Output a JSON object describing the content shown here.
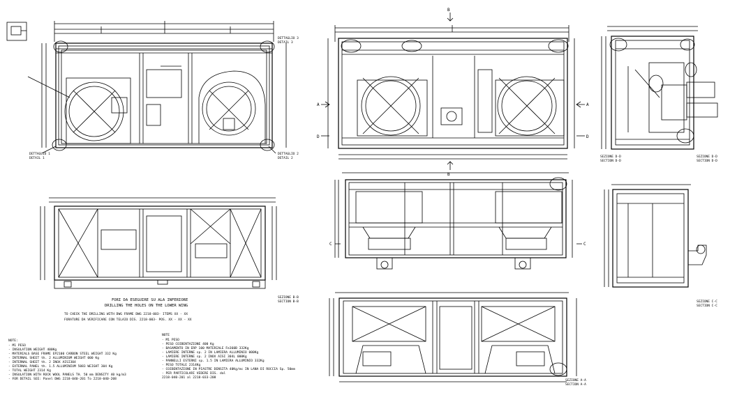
{
  "colors": {
    "line": "#000000",
    "background": "#ffffff"
  },
  "labels": {
    "section_d": "SEZIONE D-D",
    "section_d_en": "SECTION D-D",
    "section_c": "SEZIONE C-C",
    "section_c_en": "SECTION C-C",
    "section_b": "SEZIONE B-B",
    "section_b_en": "SECTION B-B",
    "section_a": "SEZIONE A-A",
    "section_a_en": "SECTION A-A",
    "dettaglio_1": "DETTAGLIO 1",
    "detail_1": "DETAIL 1",
    "dettaglio_2": "DETTAGLIO 2",
    "detail_2": "DETAIL 2",
    "dettaglio_3": "DETTAGLIO 3",
    "detail_3": "DETAIL 3",
    "marker_a": "A",
    "marker_b": "B",
    "marker_c": "C",
    "marker_d": "D"
  },
  "drilling_note": {
    "line1": "FORI DA ESEGUIRE SU ALA INFERIORE",
    "line2": "DRILLING THE HOLES ON THE LOWER WING",
    "line3": "TO CHECK THE DRILLING WITH DWG FRAME DWG 2218-003- ITEMS XX - XX",
    "line4": "FORATURE DA VERIFICARE CON TELAIO DIS. 2218-003- POS. XX - XX - XX"
  },
  "notes_en": {
    "title": "NOTE:",
    "lines": [
      "- M1 PESO",
      "- INSULATION WEIGHT 400Kg",
      "- MATERIALS BASE FRAME EP2100 CARBON STEEL  WEIGHT 332 Kg",
      "- INTERNAL SHEET th. 2 ALLUMINIUM         WEIGHT 000 Kg",
      "- INTERNAL SHEET th. 2 INOX AISI304",
      "- EXTERNAL PANEL th. 1.5 ALLUMINIUM 5083    WEIGHT 304 Kg",
      "- TOTAL WEIGHT        2314 Kg",
      "- INSULATION WITH ROCK WOOL PANELS TH. 50 mm DENSITY 40 kg/m3",
      "- FOR DETAIL SEE:  Panel DWG 2218-040-201 To 2218-040-208"
    ]
  },
  "notes_it": {
    "title": "NOTE",
    "lines": [
      "- M1 PESO",
      "- PESO COIBENTAZIONE 400 Kg",
      "- BASAMENTO IN ERP 100 MATERIALE Fe360B 332Kg",
      "- LAMIERE INTERNE sp. 2 IN LAMIERA ALLUMINIO 000Kg",
      "- LAMIERE INTERNE sp. 2 INOX AISI 304L 000Kg",
      "- PANNELLI ESTERNI sp. 1.5 IN LAMIERA ALLUMINIO 332Kg",
      "- PESO TOTALE 2314Kg",
      "- COIBENTAZIONE IN PIASTRE DENSITA 40Kg/mc IN LANA DI ROCCIA Sp. 50mm",
      "- PER PARTICOLARI VEDERE DIS. dal",
      "  2218-040-201 al 2218-033-208"
    ]
  }
}
